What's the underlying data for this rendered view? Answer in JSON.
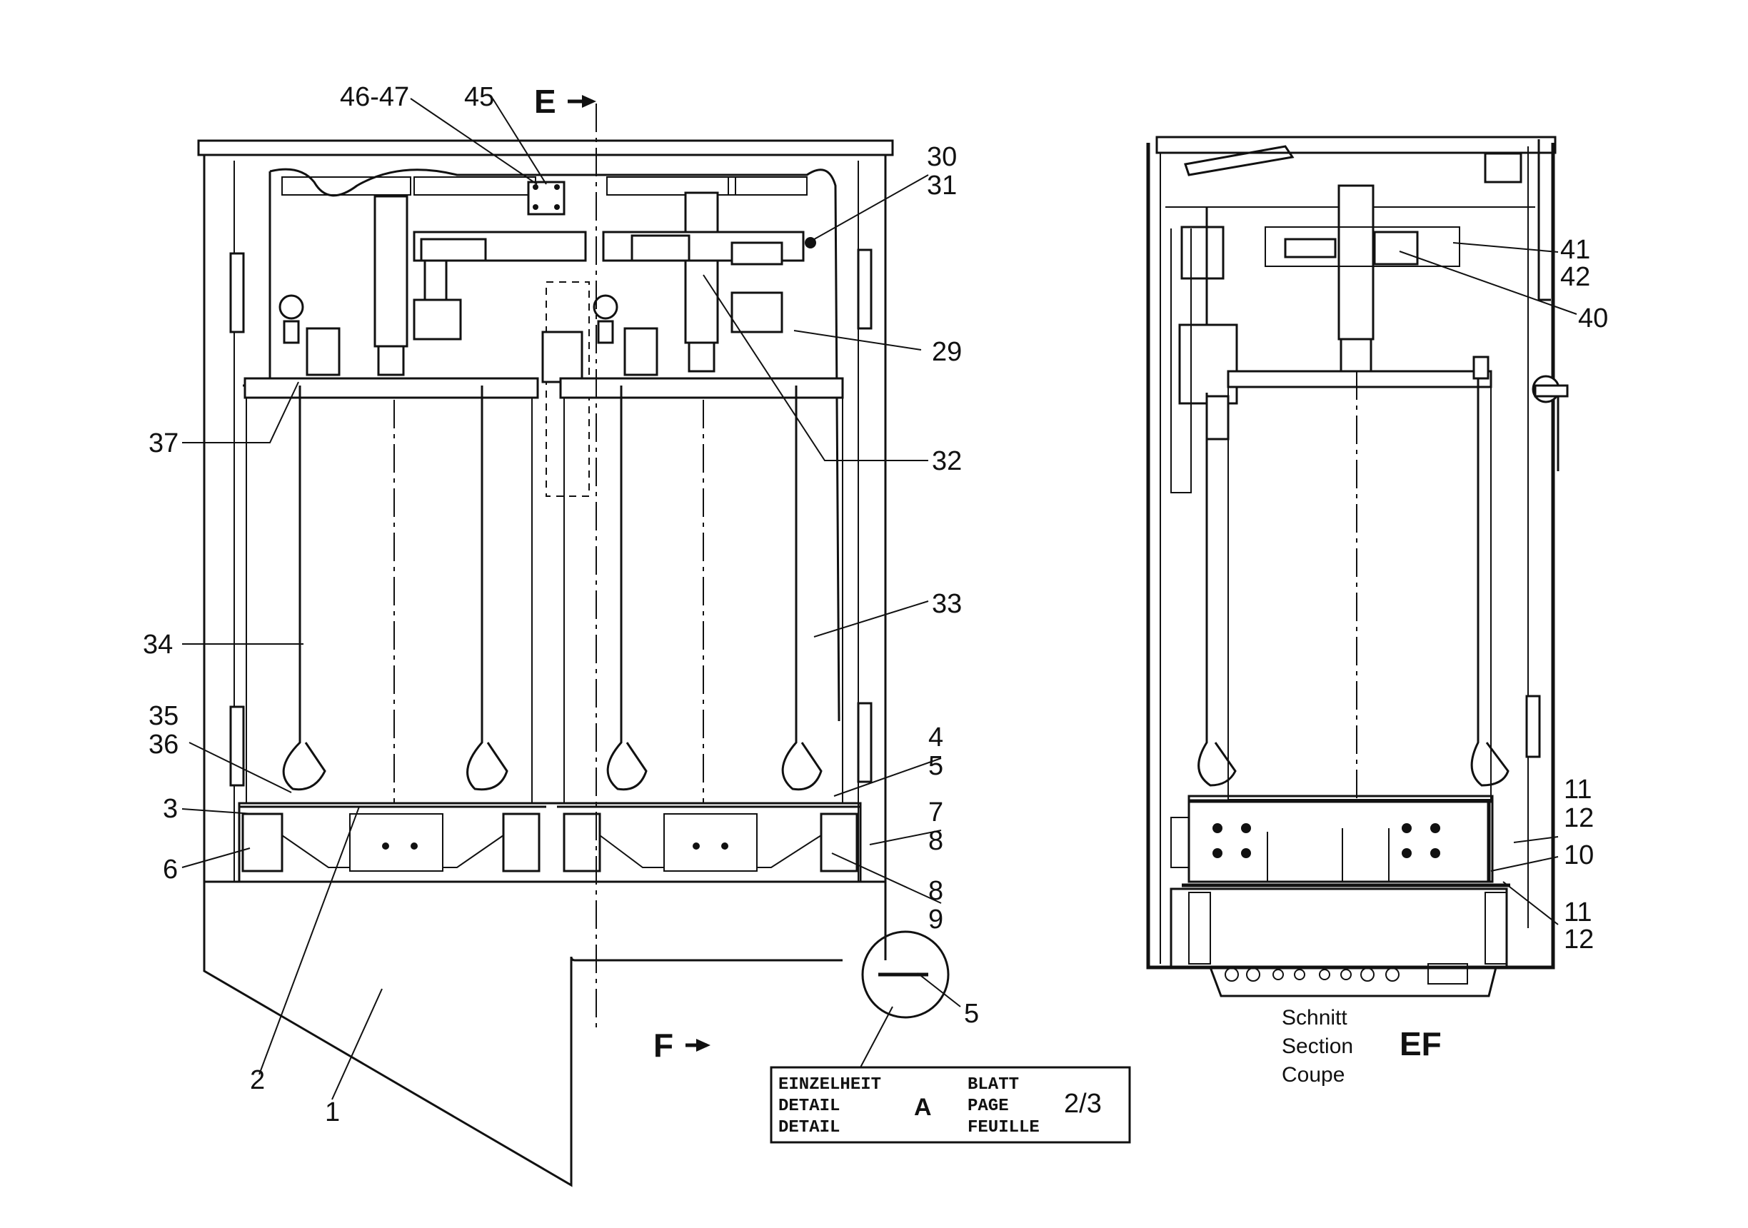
{
  "labels": {
    "l46_47": "46-47",
    "l45": "45",
    "l30": "30",
    "l31": "31",
    "l29": "29",
    "l32": "32",
    "l37": "37",
    "l33": "33",
    "l34": "34",
    "l35": "35",
    "l36": "36",
    "l4": "4",
    "l5a": "5",
    "l3": "3",
    "l7": "7",
    "l8a": "8",
    "l6": "6",
    "l8b": "8",
    "l9": "9",
    "l5b": "5",
    "l2": "2",
    "l1": "1",
    "l41": "41",
    "l42": "42",
    "l40": "40",
    "l11a": "11",
    "l12a": "12",
    "l10": "10",
    "l11b": "11",
    "l12b": "12"
  },
  "section_marks": {
    "e": "E",
    "f": "F"
  },
  "section_caption": {
    "line1": "Schnitt",
    "line2": "Section",
    "line3": "Coupe",
    "tag": "EF"
  },
  "detail_box": {
    "c1r1": "EINZELHEIT",
    "c1r2": "DETAIL",
    "c1r3": "DETAIL",
    "letter": "A",
    "c2r1": "BLATT",
    "c2r2": "PAGE",
    "c2r3": "FEUILLE",
    "page": "2/3"
  }
}
